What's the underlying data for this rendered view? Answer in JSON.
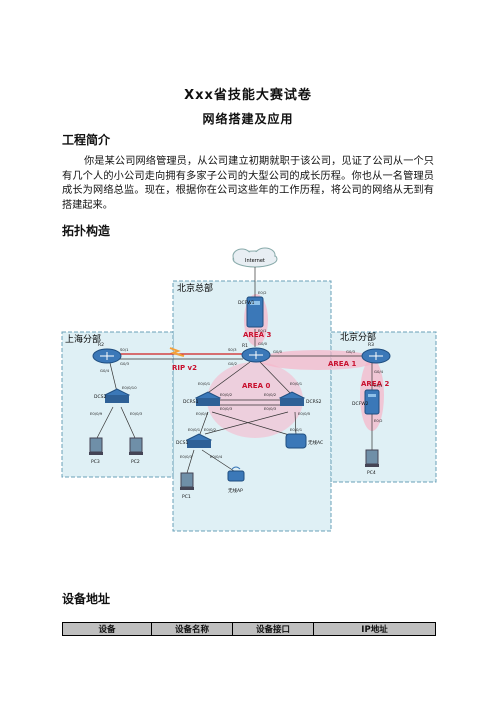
{
  "doc": {
    "title": "Xxx省技能大赛试卷",
    "subtitle": "网络搭建及应用",
    "section1": "工程简介",
    "paragraph": "你是某公司网络管理员，从公司建立初期就职于该公司，见证了公司从一个只有几个人的小公司走向拥有多家子公司的大型公司的成长历程。你也从一名管理员成长为网络总监。现在，根据你在公司这些年的工作历程，将公司的网络从无到有搭建起来。",
    "section2": "拓扑构造",
    "section3": "设备地址"
  },
  "diagram": {
    "cloud": "Internet",
    "regions": {
      "beijing_hq": "北京总部",
      "shanghai": "上海分部",
      "beijing_branch": "北京分部"
    },
    "areas": {
      "area3": "AREA 3",
      "area1": "AREA 1",
      "area0": "AREA 0",
      "area2": "AREA 2",
      "rip": "RIP v2"
    },
    "devices": {
      "dcfw1": "DCFW1",
      "r1": "R1",
      "r2": "R2",
      "r3": "R3",
      "dcrs1": "DCRS1",
      "dcrs2": "DCRS2",
      "dcs2": "DCS2",
      "dcs1": "DCS1",
      "dcfw2": "DCFW2",
      "pc1": "PC1",
      "pc2": "PC2",
      "pc3": "PC3",
      "pc4": "PC4",
      "ap": "无线AP",
      "ac": "无线AC"
    },
    "ports": {
      "fw1_top": "E0/2",
      "fw1_bottom": "E0/1",
      "r1_top": "G0/0",
      "r2_s01": "S0/1",
      "r1_s03": "S0/3",
      "r2_g03": "G0/3",
      "r1_g02": "G0/2",
      "r2_g04": "G0/4",
      "r1_g00": "G0/0",
      "r3_g03": "G0/3",
      "r3_g04": "G0/4",
      "dcs2_e010": "E0/0/10",
      "dcs2_e09": "E0/0/9",
      "dcs2_e03": "E0/0/3",
      "rs1_e01": "E0/0/1",
      "rs1_e02": "E0/0/2",
      "rs1_e03": "E0/0/3",
      "rs1_e04": "E0/0/4",
      "rs2_e01": "E0/0/1",
      "rs2_e02": "E0/0/2",
      "rs2_e03": "E0/0/3",
      "rs2_e05": "E0/0/5",
      "dcs1_e01": "E0/0/1",
      "dcs1_e02": "E0/0/2",
      "dcs1_e03": "E0/0/3",
      "dcs1_e04": "E0/0/4",
      "ac_e01": "E0/0/1",
      "fw2_e01": "E0/1",
      "fw2_e02": "E0/2"
    }
  },
  "table": {
    "headers": [
      "设备",
      "设备名称",
      "设备接口",
      "IP地址"
    ]
  },
  "colors": {
    "region_bg": "#dff0f5",
    "area_pink": "#f7b4c8",
    "device_blue": "#3b78b8",
    "area_text": "#c8102e",
    "rip_line": "#f2a03a"
  }
}
